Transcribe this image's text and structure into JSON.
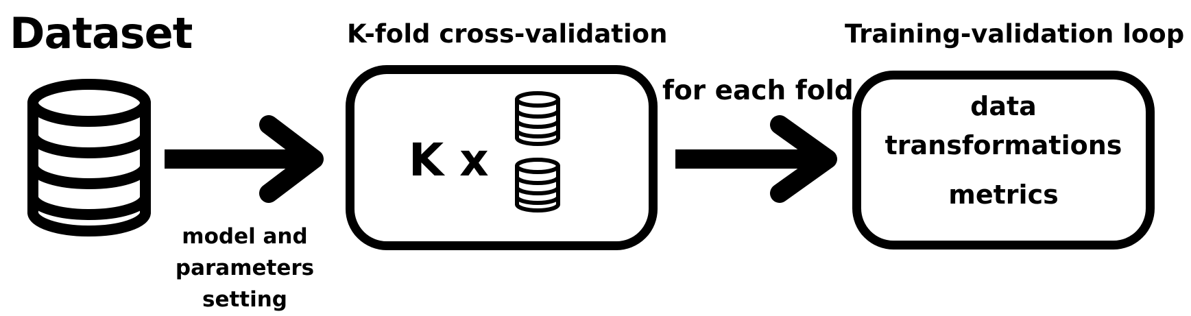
{
  "titles": {
    "dataset": "Dataset",
    "kfold": "K-fold cross-validation",
    "loop": "Training-validation loop"
  },
  "arrows": {
    "model_label": "model and parameters setting",
    "fold_label": "for each fold"
  },
  "kfold_box": {
    "multiplier": "K x"
  },
  "loop_box": {
    "lines": [
      "data",
      "transformations",
      "metrics"
    ]
  }
}
